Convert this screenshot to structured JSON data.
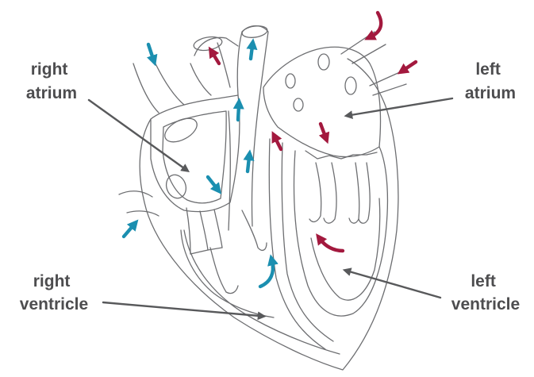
{
  "labels": {
    "right_atrium": [
      "right",
      "atrium"
    ],
    "left_atrium": [
      "left",
      "atrium"
    ],
    "right_ventricle": [
      "right",
      "ventricle"
    ],
    "left_ventricle": [
      "left",
      "ventricle"
    ]
  },
  "colors": {
    "outline": "#6d6e71",
    "label_text": "#4d4d4f",
    "leader": "#58595b",
    "deoxygenated_blood": "#1b8fb0",
    "oxygenated_blood": "#a3193e"
  },
  "flow_arrows": [
    {
      "name": "blue-arrow-superior-vena-cava",
      "color": "deoxygenated_blood"
    },
    {
      "name": "blue-arrow-inferior-vena-cava",
      "color": "deoxygenated_blood"
    },
    {
      "name": "blue-arrow-right-atrium",
      "color": "deoxygenated_blood"
    },
    {
      "name": "blue-arrow-right-ventricle",
      "color": "deoxygenated_blood"
    },
    {
      "name": "blue-arrow-pulmonary-trunk-lower",
      "color": "deoxygenated_blood"
    },
    {
      "name": "blue-arrow-pulmonary-trunk-mid",
      "color": "deoxygenated_blood"
    },
    {
      "name": "blue-arrow-pulmonary-artery",
      "color": "deoxygenated_blood"
    },
    {
      "name": "red-arrow-aorta",
      "color": "oxygenated_blood"
    },
    {
      "name": "red-arrow-pulmonary-vein-upper",
      "color": "oxygenated_blood"
    },
    {
      "name": "red-arrow-pulmonary-vein-lower",
      "color": "oxygenated_blood"
    },
    {
      "name": "red-arrow-left-atrium",
      "color": "oxygenated_blood"
    },
    {
      "name": "red-arrow-left-ventricle",
      "color": "oxygenated_blood"
    },
    {
      "name": "red-arrow-aortic-outflow",
      "color": "oxygenated_blood"
    }
  ]
}
